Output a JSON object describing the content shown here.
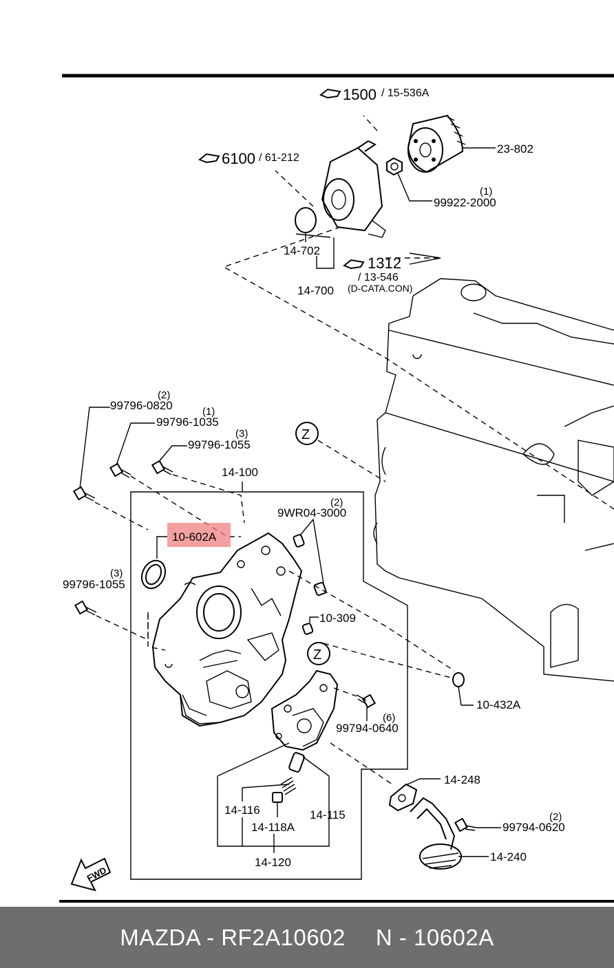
{
  "labels": {
    "p23802": "23-802",
    "p99922_2000": "99922-2000",
    "p99922_2000_qty": "(1)",
    "p14702": "14-702",
    "p14700": "14-700",
    "ref1500": "1500",
    "ref1500_sub": "/ 15-536A",
    "ref6100": "6100",
    "ref6100_sub": "/ 61-212",
    "ref1312": "1312",
    "ref1312_sub": "/ 13-546",
    "ref1312_note": "(D-CATA.CON)",
    "p99796_0820": "99796-0820",
    "p99796_0820_qty": "(2)",
    "p99796_1035": "99796-1035",
    "p99796_1035_qty": "(1)",
    "p99796_1055_top": "99796-1055",
    "p99796_1055_top_qty": "(3)",
    "p14100": "14-100",
    "p9WR04_3000": "9WR04-3000",
    "p9WR04_3000_qty": "(2)",
    "p10602A": "10-602A",
    "p99796_1055_left": "99796-1055",
    "p99796_1055_left_qty": "(3)",
    "p10309": "10-309",
    "p10432A": "10-432A",
    "p99794_0640": "99794-0640",
    "p99794_0640_qty": "(6)",
    "p14248": "14-248",
    "p14116": "14-116",
    "p14115": "14-115",
    "p14118A": "14-118A",
    "p14120": "14-120",
    "p99794_0620": "99794-0620",
    "p99794_0620_qty": "(2)",
    "p14240": "14-240",
    "zone_top": "Z",
    "zone_mid": "Z",
    "fwd": "FWD"
  },
  "highlight_color": "#f08080",
  "footer": {
    "part_info": "MAZDA - RF2A10602",
    "code": "N - 10602A"
  }
}
